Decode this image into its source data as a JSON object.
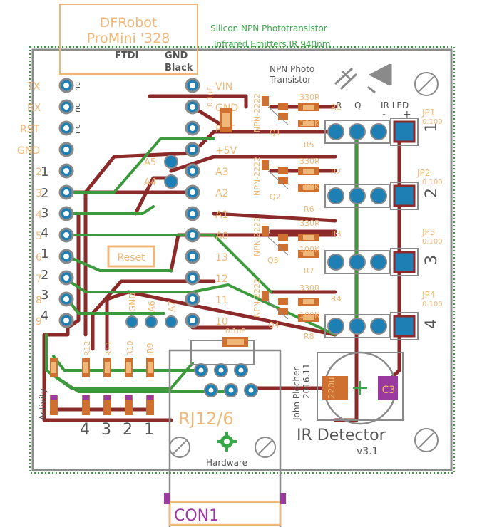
{
  "colors": {
    "copper_top": "#8c2a2a",
    "copper_bottom": "#3c9a3c",
    "silk": "#f0b878",
    "pad": "#1e7fb4",
    "pad_ring": "#8a8a8a",
    "outline": "#8c8c8c",
    "text_green": "#3aa84a",
    "text_gray": "#555555",
    "smd": "#d07030",
    "purple": "#9a3aa0"
  },
  "header_notes": {
    "line1": "Silicon NPN Phototransistor",
    "line2": "Infrared Emitters IR 940nm"
  },
  "module": {
    "name1": "DFRobot",
    "name2": "ProMini '328",
    "ftdi": "FTDI",
    "gnd": "GND",
    "black": "Black"
  },
  "left_pins": [
    {
      "label": "TX",
      "nc": "nc"
    },
    {
      "label": "RX",
      "nc": "nc"
    },
    {
      "label": "RST",
      "nc": "nc"
    },
    {
      "label": "GND",
      "nc": ""
    },
    {
      "label": "2",
      "nc": ""
    },
    {
      "label": "3",
      "nc": ""
    },
    {
      "label": "4",
      "nc": ""
    },
    {
      "label": "5",
      "nc": ""
    },
    {
      "label": "6",
      "nc": ""
    },
    {
      "label": "7",
      "nc": ""
    },
    {
      "label": "8",
      "nc": ""
    },
    {
      "label": "9",
      "nc": ""
    }
  ],
  "channel_numbers_left": [
    "1",
    "2",
    "3",
    "4"
  ],
  "channel_numbers_left2": [
    "1",
    "2",
    "3",
    "4"
  ],
  "right_pins": [
    {
      "label": "VIN"
    },
    {
      "label": "GND"
    },
    {
      "label": "RST"
    },
    {
      "label": "+5V"
    },
    {
      "label": "A3"
    },
    {
      "label": "A2"
    },
    {
      "label": "A1"
    },
    {
      "label": "A0"
    },
    {
      "label": "13"
    },
    {
      "label": "12"
    },
    {
      "label": "11"
    },
    {
      "label": "10"
    }
  ],
  "inner_pins": {
    "a5": "A5",
    "a4": "A4",
    "gnd": "GND",
    "a6": "A6",
    "a7": "A7",
    "reset": "Reset"
  },
  "cap_labels": {
    "c_top": "0.1uF",
    "c_mid": "0.1uF",
    "c_big": "C3",
    "c_big_val": "220u"
  },
  "photo_labels": {
    "npn1": "NPN Photo",
    "npn2": "Transistor",
    "ir_led": "IR LED",
    "plus": "+",
    "minus": "-",
    "q": "Q",
    "r": "R"
  },
  "channels": [
    {
      "q": "Q1",
      "r_top": "330R",
      "r_top_name": "R1",
      "r_bot": "100K",
      "r_bot_name": "R5",
      "jp": "JP1",
      "jp_val": "0.100",
      "num": "1",
      "npn": "NPN-2222"
    },
    {
      "q": "Q2",
      "r_top": "330R",
      "r_top_name": "R2",
      "r_bot": "100K",
      "r_bot_name": "R6",
      "jp": "JP2",
      "jp_val": "0.100",
      "num": "2",
      "npn": "NPN-2222"
    },
    {
      "q": "Q3",
      "r_top": "330R",
      "r_top_name": "R3",
      "r_bot": "100K",
      "r_bot_name": "R7",
      "jp": "JP3",
      "jp_val": "0.100",
      "num": "3",
      "npn": "NPN-2222"
    },
    {
      "q": "Q4",
      "r_top": "330R",
      "r_top_name": "R4",
      "r_bot": "100K",
      "r_bot_name": "R8",
      "jp": "JP4",
      "jp_val": "0.100",
      "num": "4",
      "npn": "NPN-2222"
    }
  ],
  "bottom_resistors": [
    "R12",
    "R11",
    "R10",
    "R9"
  ],
  "led_numbers": [
    "4",
    "3",
    "2",
    "1"
  ],
  "activity": "Activity",
  "rj": {
    "label": "RJ12/6",
    "hardware": "Hardware",
    "con": "CON1"
  },
  "author": {
    "name": "John Plocher",
    "year": "2016.11"
  },
  "title": {
    "main": "IR Detector",
    "version": "v3.1"
  }
}
